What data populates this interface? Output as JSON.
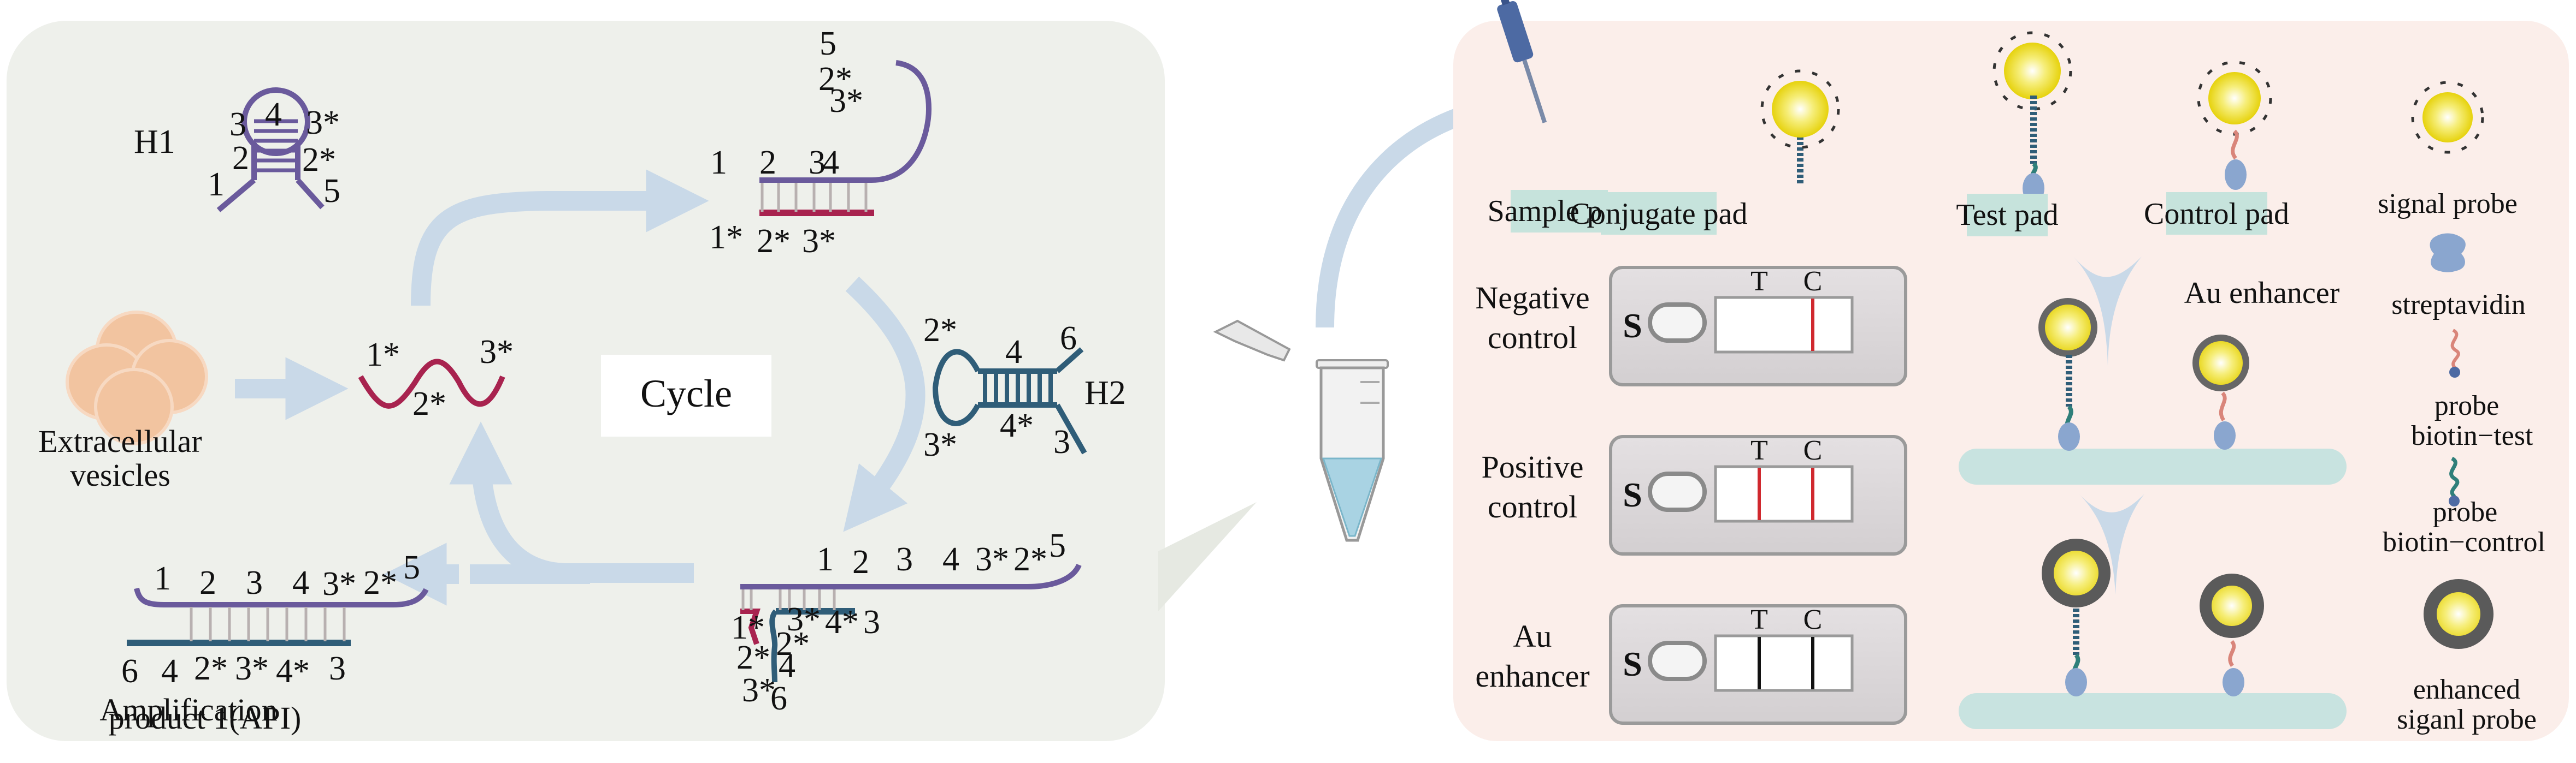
{
  "panel_left": {
    "background": "#eef0eb",
    "hairpin_h1": {
      "name": "H1",
      "loop_label": "4",
      "left_labels": [
        "3",
        "2",
        "1"
      ],
      "right_labels": [
        "3*",
        "2*",
        "5"
      ],
      "color": "#6a5a9c"
    },
    "vesicles": {
      "label_line1": "Extracellular",
      "label_line2": "vesicles",
      "color": "#f2c4a0"
    },
    "target_strand": {
      "labels": [
        "1*",
        "2*",
        "3*"
      ],
      "color": "#a8234f"
    },
    "cycle_label": "Cycle",
    "complex_h1_target": {
      "top_labels": [
        "1",
        "2",
        "3",
        "4"
      ],
      "overhang_labels": [
        "5",
        "2*",
        "3*"
      ],
      "bottom_labels": [
        "1*",
        "2*",
        "3*"
      ]
    },
    "hairpin_h2": {
      "name": "H2",
      "labels": {
        "loop_top": "2*",
        "stem_top": "4",
        "end_top": "6",
        "loop_bottom": "3*",
        "stem_bottom": "4*",
        "end_bottom": "3"
      },
      "color": "#2f5d78"
    },
    "complex_h1_h2": {
      "top_labels": [
        "1",
        "2",
        "3",
        "4",
        "3*",
        "2*",
        "5"
      ],
      "released_target_labels": [
        "1*",
        "2*",
        "3*"
      ],
      "h2_labels": [
        "3*",
        "4*",
        "3",
        "2*",
        "4",
        "6"
      ]
    },
    "amplification_product": {
      "top_labels": [
        "1",
        "2",
        "3",
        "4",
        "3*",
        "2*",
        "5"
      ],
      "bottom_labels": [
        "6",
        "4",
        "2*",
        "3*",
        "4*",
        "3"
      ],
      "caption_line1": "Amplification",
      "caption_line2": "product 1(API)"
    },
    "arrow_color": "#c9d9e8"
  },
  "tube": {
    "liquid_color": "#a9d3e3"
  },
  "panel_right": {
    "background": "#fbeeea",
    "pads": [
      {
        "label": "Sample pad"
      },
      {
        "label": "Conjugate pad"
      },
      {
        "label": "Test pad"
      },
      {
        "label": "Control pad"
      }
    ],
    "pad_label_bg": "#c6e3dc",
    "strips": [
      {
        "label_line1": "Negative",
        "label_line2": "control",
        "sample_letter": "S",
        "t_label": "T",
        "c_label": "C",
        "t_line": false,
        "c_line": true,
        "line_color": "#d0282e"
      },
      {
        "label_line1": "Positive",
        "label_line2": "control",
        "sample_letter": "S",
        "t_label": "T",
        "c_label": "C",
        "t_line": true,
        "c_line": true,
        "line_color": "#d0282e"
      },
      {
        "label_line1": "Au",
        "label_line2": "enhancer",
        "sample_letter": "S",
        "t_label": "T",
        "c_label": "C",
        "t_line": true,
        "c_line": true,
        "line_color": "#111111"
      }
    ],
    "au_enhancer_label": "Au enhancer",
    "legend": [
      {
        "label_line1": "signal probe",
        "label_line2": ""
      },
      {
        "label_line1": "streptavidin",
        "label_line2": ""
      },
      {
        "label_line1": "probe",
        "label_line2": "biotin−test"
      },
      {
        "label_line1": "probe",
        "label_line2": "biotin−control"
      },
      {
        "label_line1": "enhanced",
        "label_line2": "siganl probe"
      }
    ],
    "colors": {
      "gold": "#f1e21a",
      "streptavidin": "#8aa6cf",
      "test_probe": "#d9857a",
      "control_probe": "#2f7f7a",
      "membrane": "#c8e3e0",
      "enhanced_shell": "#5a5a5a"
    }
  }
}
